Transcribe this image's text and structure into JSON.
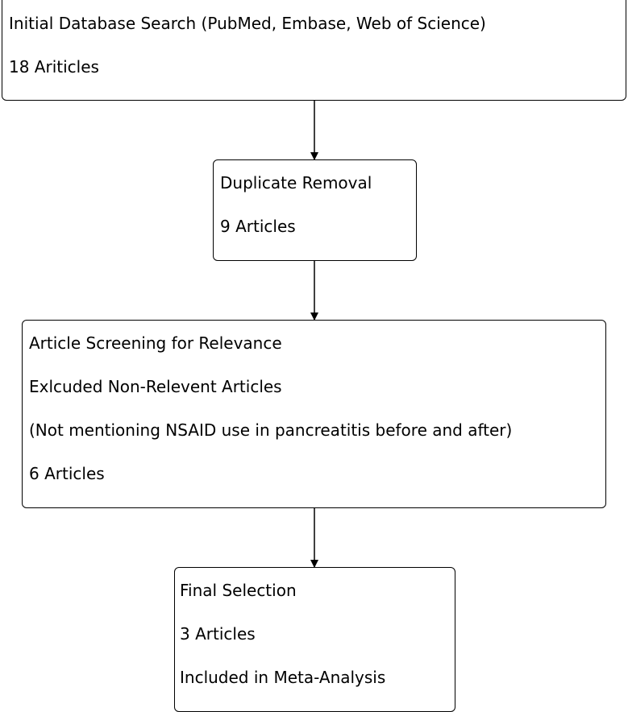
{
  "flowchart": {
    "boxes": [
      {
        "id": "initial-search",
        "lines": [
          "Initial Database Search (PubMed, Embase, Web of Science)",
          "18 Ariticles"
        ]
      },
      {
        "id": "duplicate-removal",
        "lines": [
          "Duplicate Removal",
          "9 Articles"
        ]
      },
      {
        "id": "screening",
        "lines": [
          "Article Screening for Relevance",
          "Exlcuded Non-Relevent Articles",
          "(Not mentioning NSAID use in pancreatitis before and after)",
          "6 Articles"
        ]
      },
      {
        "id": "final-selection",
        "lines": [
          "Final Selection",
          "3 Articles",
          "Included in Meta-Analysis"
        ]
      }
    ]
  }
}
